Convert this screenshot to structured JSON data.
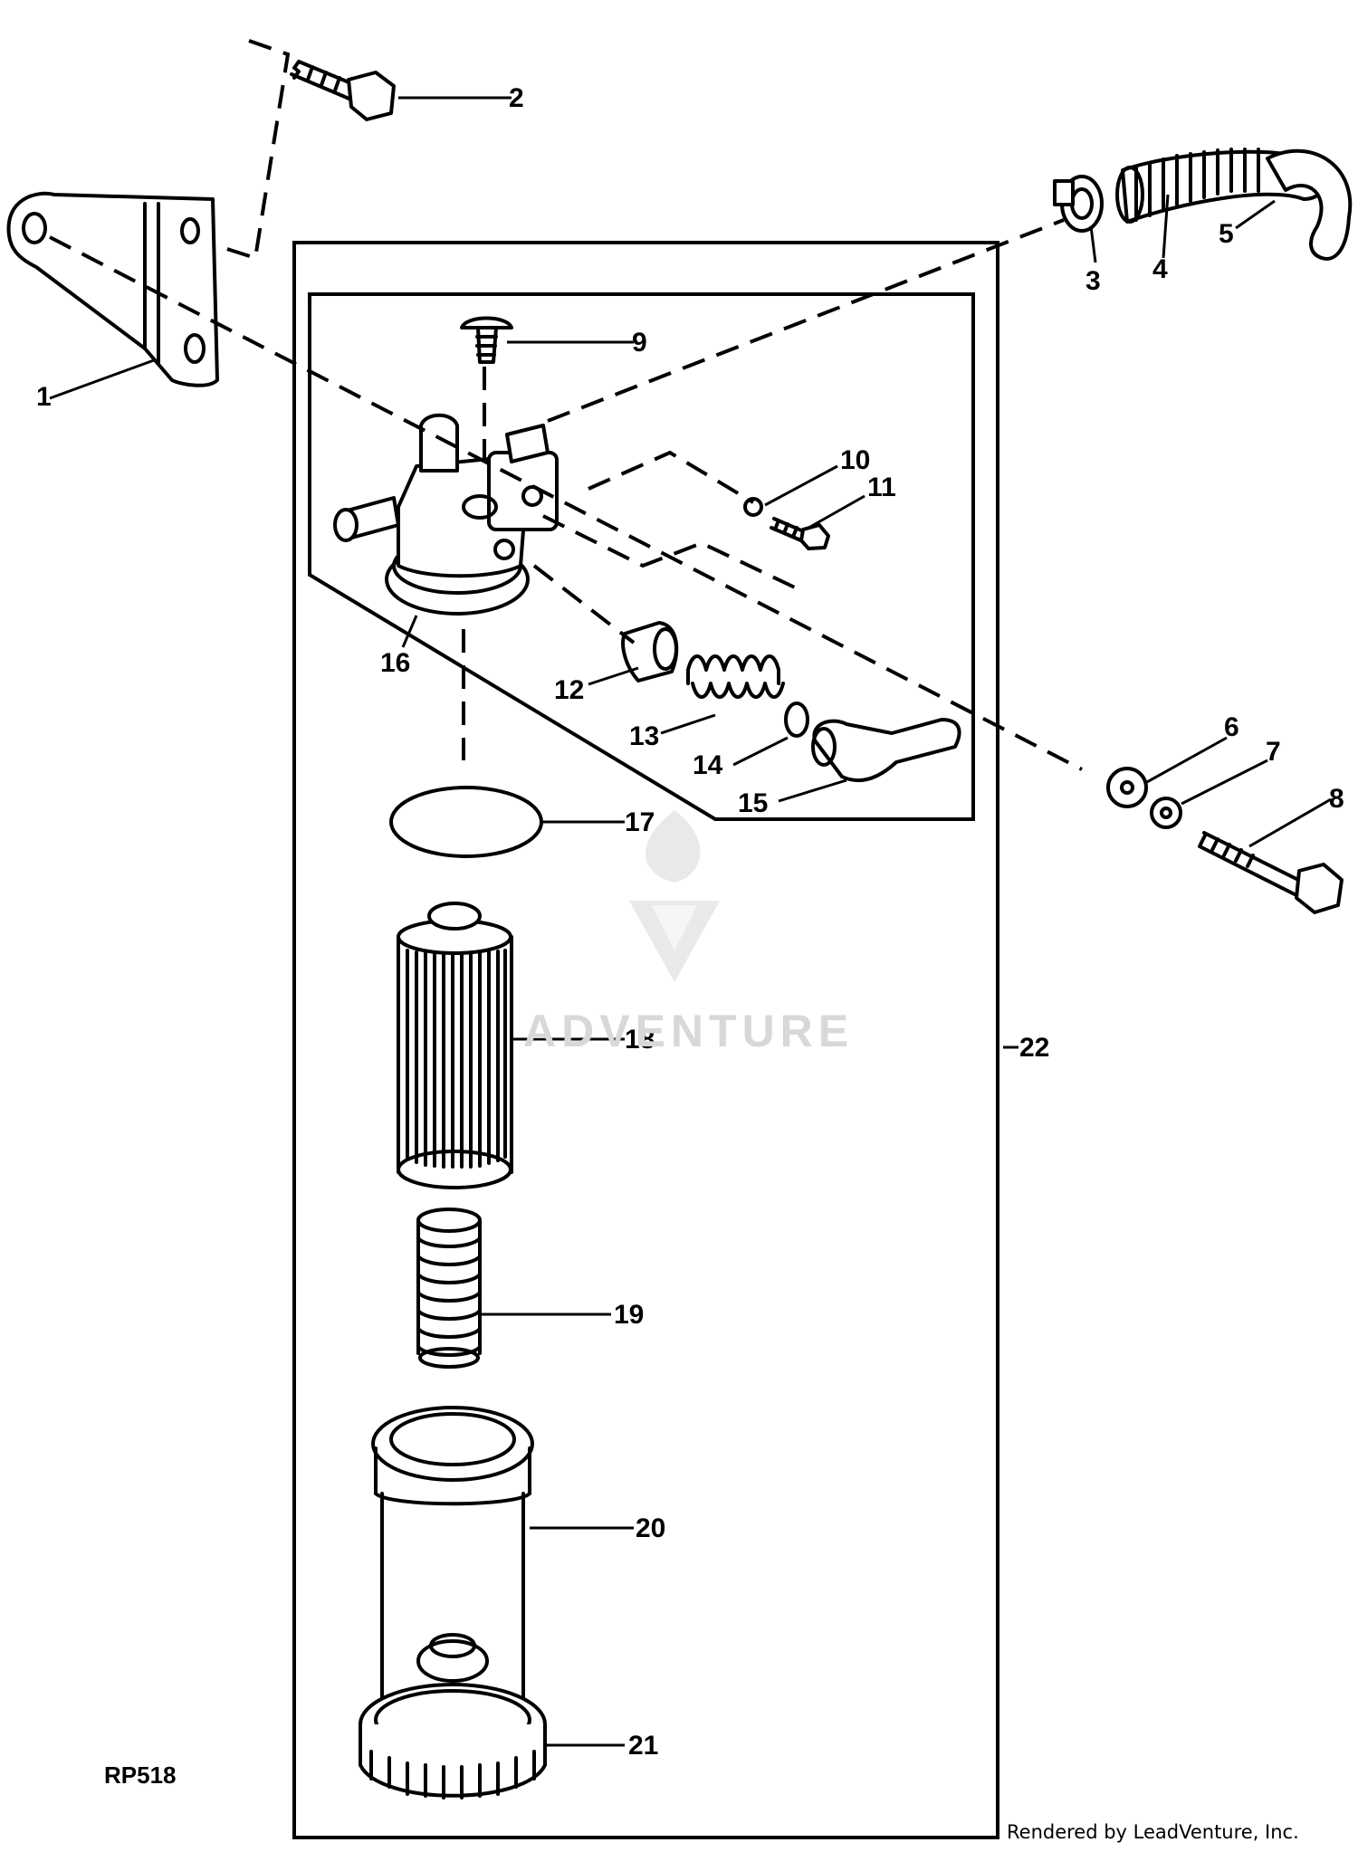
{
  "diagram": {
    "drawing_id": "RP518",
    "credit": "Rendered by LeadVenture, Inc.",
    "watermark_text": "ADVENTURE",
    "callouts": [
      {
        "id": "c1",
        "label": "1"
      },
      {
        "id": "c2",
        "label": "2"
      },
      {
        "id": "c3",
        "label": "3"
      },
      {
        "id": "c4",
        "label": "4"
      },
      {
        "id": "c5",
        "label": "5"
      },
      {
        "id": "c6",
        "label": "6"
      },
      {
        "id": "c7",
        "label": "7"
      },
      {
        "id": "c8",
        "label": "8"
      },
      {
        "id": "c9",
        "label": "9"
      },
      {
        "id": "c10",
        "label": "10"
      },
      {
        "id": "c11",
        "label": "11"
      },
      {
        "id": "c12",
        "label": "12"
      },
      {
        "id": "c13",
        "label": "13"
      },
      {
        "id": "c14",
        "label": "14"
      },
      {
        "id": "c15",
        "label": "15"
      },
      {
        "id": "c16",
        "label": "16"
      },
      {
        "id": "c17",
        "label": "17"
      },
      {
        "id": "c18",
        "label": "18"
      },
      {
        "id": "c19",
        "label": "19"
      },
      {
        "id": "c20",
        "label": "20"
      },
      {
        "id": "c21",
        "label": "21"
      },
      {
        "id": "c22",
        "label": "22"
      }
    ]
  }
}
